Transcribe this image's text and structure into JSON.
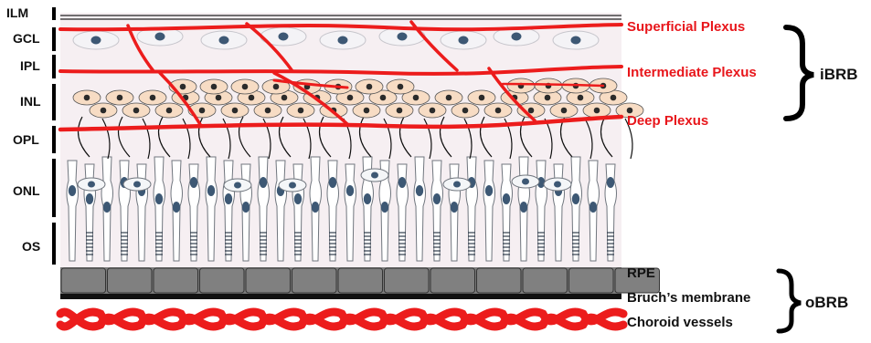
{
  "layers": [
    "ILM",
    "GCL",
    "IPL",
    "INL",
    "OPL",
    "ONL",
    "OS"
  ],
  "plexuses": [
    "Superficial Plexus",
    "Intermediate Plexus",
    "Deep Plexus"
  ],
  "outer_layers": [
    "RPE",
    "Bruch’s membrane",
    "Choroid vessels"
  ],
  "groups": {
    "inner": "iBRB",
    "outer": "oBRB"
  },
  "colors": {
    "vessel": "#ec1c1c",
    "tissue": "#f6eff2",
    "cell_body": "#f7dcc4",
    "nucleus": "#2b2b2b",
    "photoreceptor_nucleus": "#3d5874",
    "rpe": "#7b7b7b",
    "bruch": "#111111"
  }
}
